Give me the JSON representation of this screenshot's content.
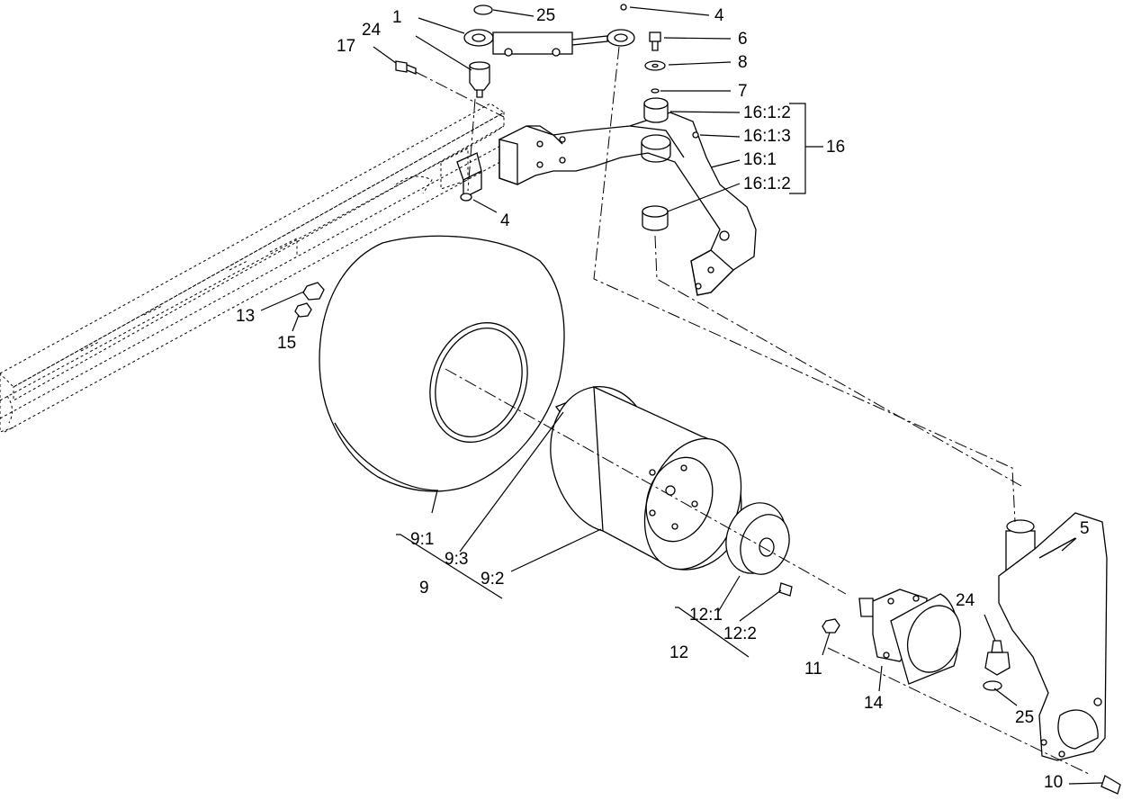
{
  "callouts": {
    "c1": "1",
    "c25_top": "25",
    "c4_top": "4",
    "c6": "6",
    "c8": "8",
    "c7": "7",
    "c24_top": "24",
    "c17": "17",
    "c16_1_2_a": "16:1:2",
    "c16_1_3": "16:1:3",
    "c16_1": "16:1",
    "c16_1_2_b": "16:1:2",
    "c16": "16",
    "c4_mid": "4",
    "c13": "13",
    "c15": "15",
    "c9_1": "9:1",
    "c9_3": "9:3",
    "c9": "9",
    "c9_2": "9:2",
    "c5": "5",
    "c12_1": "12:1",
    "c12_2": "12:2",
    "c12": "12",
    "c24_bot": "24",
    "c11": "11",
    "c14": "14",
    "c25_bot": "25",
    "c10": "10"
  }
}
